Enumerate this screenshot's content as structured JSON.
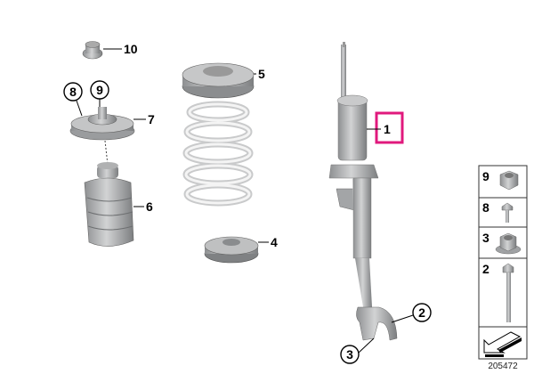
{
  "diagram": {
    "title": "Front spring strut parts diagram",
    "highlight_color": "#e0197d",
    "callouts": {
      "shock_absorber": "1",
      "bolt": "2",
      "collar_nut": "3",
      "lower_spring_pad": "4",
      "upper_spring_pad": "5",
      "dust_boot": "6",
      "strut_mount": "7",
      "bolt_mount": "8",
      "nut_mount": "9",
      "cap": "10"
    },
    "hardware_panel": [
      {
        "label": "9",
        "part": "nut"
      },
      {
        "label": "8",
        "part": "hex-bolt-short"
      },
      {
        "label": "3",
        "part": "collar-nut"
      },
      {
        "label": "2",
        "part": "hex-bolt-long"
      }
    ],
    "diagram_number": "205472"
  }
}
